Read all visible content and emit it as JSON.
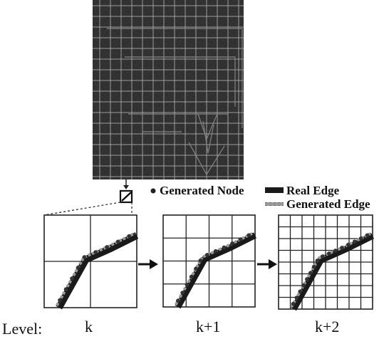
{
  "legend": {
    "generated_node": "Generated Node",
    "real_edge": "Real Edge",
    "generated_edge": "Generated Edge"
  },
  "levels": {
    "prefix": "Level:",
    "k": "k",
    "k1": "k+1",
    "k2": "k+2"
  },
  "panels": [
    {
      "name": "level-k-panel",
      "divisions": 2
    },
    {
      "name": "level-k1-panel",
      "divisions": 4
    },
    {
      "name": "level-k2-panel",
      "divisions": 8
    }
  ],
  "colors": {
    "image_background": "#1a1a1a",
    "grid_line": "#bfbfbf",
    "real_edge": "#1a1a1a",
    "generated_edge": "#9a9a9a",
    "generated_node": "#333333",
    "panel_grid": "#222222"
  }
}
